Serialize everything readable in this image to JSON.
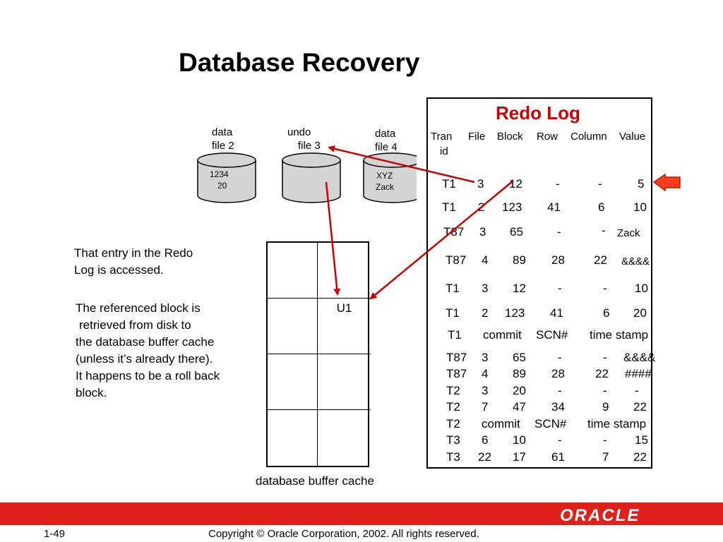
{
  "slide": {
    "title": "Database Recovery"
  },
  "disk_files": [
    {
      "label_line1": "data",
      "label_line2": "file 2",
      "content_line1": "1234",
      "content_line2": "20"
    },
    {
      "label_line1": "undo",
      "label_line2": "file 3",
      "content_line1": "",
      "content_line2": ""
    },
    {
      "label_line1": "data",
      "label_line2": "file 4",
      "content_line1": "XYZ",
      "content_line2": "Zack"
    }
  ],
  "descriptions": {
    "step1_line1": "That entry in the Redo",
    "step1_line2": "Log is accessed.",
    "step2_line1": "The referenced block is",
    "step2_line2": "retrieved from disk to",
    "step2_line3": "the database buffer cache",
    "step2_line4": "(unless it’s already there).",
    "step2_line5": "It happens to be a roll back",
    "step2_line6": "block."
  },
  "buffer_cache": {
    "label": "database buffer cache",
    "block_u1": "U1"
  },
  "redo_log": {
    "title": "Redo Log",
    "headers": {
      "tran": "Tran",
      "id": "id",
      "file": "File",
      "block": "Block",
      "row": "Row",
      "column": "Column",
      "value": "Value"
    },
    "r1": [
      "T1",
      "3",
      "12",
      "-",
      "-",
      "5"
    ],
    "r2": [
      "T1",
      "2",
      "123",
      "41",
      "6",
      "10"
    ],
    "r3": [
      "T87",
      "3",
      "65",
      "-",
      "-",
      "Zack"
    ],
    "r4": [
      "T87",
      "4",
      "89",
      "28",
      "22",
      "&&&&"
    ],
    "r5": [
      "T1",
      "3",
      "12",
      "-",
      "-",
      "10"
    ],
    "r6": [
      "T1",
      "2",
      "123",
      "41",
      "6",
      "20"
    ],
    "r7": [
      "T1",
      "commit",
      "SCN#",
      "time stamp"
    ],
    "r8": [
      "T87",
      "3",
      "65",
      "-",
      "-",
      "&&&&"
    ],
    "r9": [
      "T87",
      "4",
      "89",
      "28",
      "22",
      "####"
    ],
    "r10": [
      "T2",
      "3",
      "20",
      "-",
      "-",
      "-"
    ],
    "r11": [
      "T2",
      "7",
      "47",
      "34",
      "9",
      "22"
    ],
    "r12": [
      "T2",
      "commit",
      "SCN#",
      "time stamp"
    ],
    "r13": [
      "T3",
      "6",
      "10",
      "-",
      "-",
      "15"
    ],
    "r14": [
      "T3",
      "22",
      "17",
      "61",
      "7",
      "22"
    ]
  },
  "footer": {
    "page": "1-49",
    "copyright": "Copyright © Oracle Corporation, 2002. All rights reserved.",
    "logo": "ORACLE"
  },
  "colors": {
    "accent_red": "#cc0000",
    "footer_red": "#e0201a",
    "pointer_fill": "#ff3b1f",
    "cylinder_fill": "#d4d4d4"
  }
}
